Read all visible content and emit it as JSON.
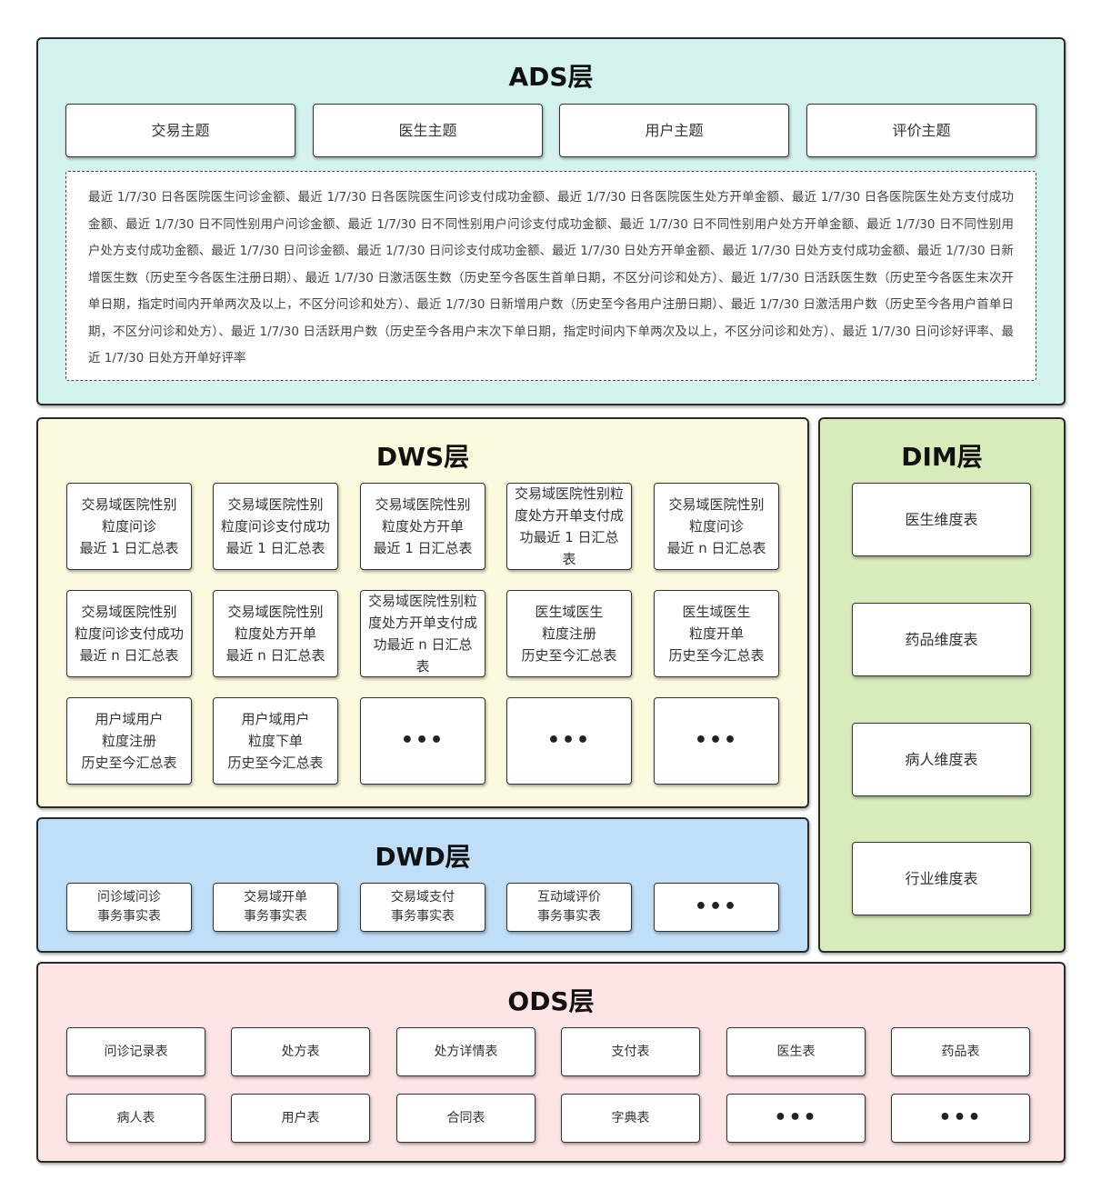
{
  "ads": {
    "title": "ADS层",
    "themes": [
      "交易主题",
      "医生主题",
      "用户主题",
      "评价主题"
    ],
    "description": "最近 1/7/30 日各医院医生问诊金额、最近 1/7/30 日各医院医生问诊支付成功金额、最近 1/7/30 日各医院医生处方开单金额、最近 1/7/30 日各医院医生处方支付成功金额、最近 1/7/30 日不同性别用户问诊金额、最近 1/7/30 日不同性别用户问诊支付成功金额、最近 1/7/30 日不同性别用户处方开单金额、最近 1/7/30 日不同性别用户处方支付成功金额、最近 1/7/30 日问诊金额、最近 1/7/30 日问诊支付成功金额、最近 1/7/30 日处方开单金额、最近 1/7/30 日处方支付成功金额、最近 1/7/30 日新增医生数（历史至今各医生注册日期）、最近 1/7/30 日激活医生数（历史至今各医生首单日期，不区分问诊和处方）、最近 1/7/30 日活跃医生数（历史至今各医生末次开单日期，指定时间内开单两次及以上，不区分问诊和处方）、最近 1/7/30 日新增用户数（历史至今各用户注册日期）、最近 1/7/30 日激活用户数（历史至今各用户首单日期，不区分问诊和处方）、最近 1/7/30 日活跃用户数（历史至今各用户末次下单日期，指定时间内下单两次及以上，不区分问诊和处方）、最近 1/7/30 日问诊好评率、最近 1/7/30 日处方开单好评率"
  },
  "dws": {
    "title": "DWS层",
    "tables": [
      "交易域医院性别\n粒度问诊\n最近 1 日汇总表",
      "交易域医院性别\n粒度问诊支付成功\n最近 1 日汇总表",
      "交易域医院性别\n粒度处方开单\n最近 1 日汇总表",
      "交易域医院性别粒\n度处方开单支付成\n功最近 1 日汇总表",
      "交易域医院性别\n粒度问诊\n最近 n 日汇总表",
      "交易域医院性别\n粒度问诊支付成功\n最近 n 日汇总表",
      "交易域医院性别\n粒度处方开单\n最近 n 日汇总表",
      "交易域医院性别粒\n度处方开单支付成\n功最近 n 日汇总表",
      "医生域医生\n粒度注册\n历史至今汇总表",
      "医生域医生\n粒度开单\n历史至今汇总表",
      "用户域用户\n粒度注册\n历史至今汇总表",
      "用户域用户\n粒度下单\n历史至今汇总表",
      "•••",
      "•••",
      "•••"
    ]
  },
  "dwd": {
    "title": "DWD层",
    "tables": [
      "问诊域问诊\n事务事实表",
      "交易域开单\n事务事实表",
      "交易域支付\n事务事实表",
      "互动域评价\n事务事实表",
      "•••"
    ]
  },
  "dim": {
    "title": "DIM层",
    "tables": [
      "医生维度表",
      "药品维度表",
      "病人维度表",
      "行业维度表"
    ]
  },
  "ods": {
    "title": "ODS层",
    "tables": [
      "问诊记录表",
      "处方表",
      "处方详情表",
      "支付表",
      "医生表",
      "药品表",
      "病人表",
      "用户表",
      "合同表",
      "字典表",
      "•••",
      "•••"
    ]
  }
}
